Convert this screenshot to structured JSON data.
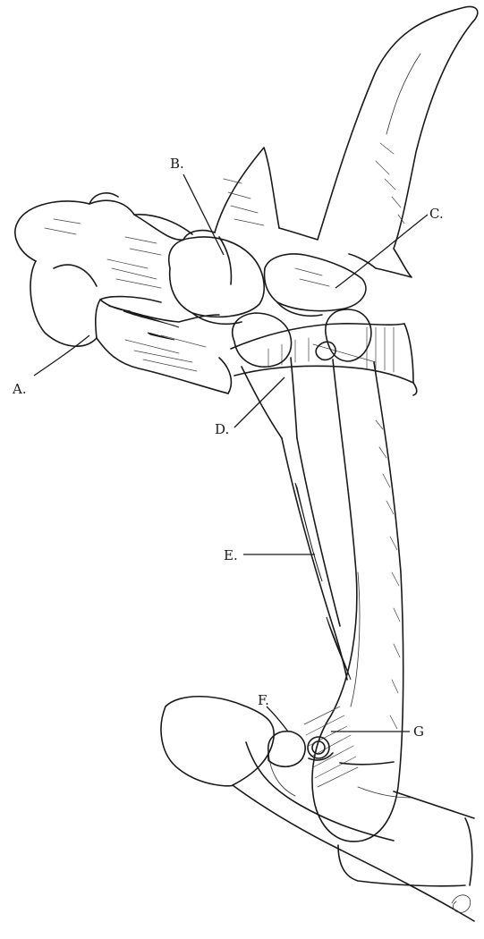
{
  "labels": {
    "a": "A.",
    "b": "B.",
    "c": "C.",
    "d": "D.",
    "e": "E.",
    "f": "F.",
    "g": "G"
  }
}
